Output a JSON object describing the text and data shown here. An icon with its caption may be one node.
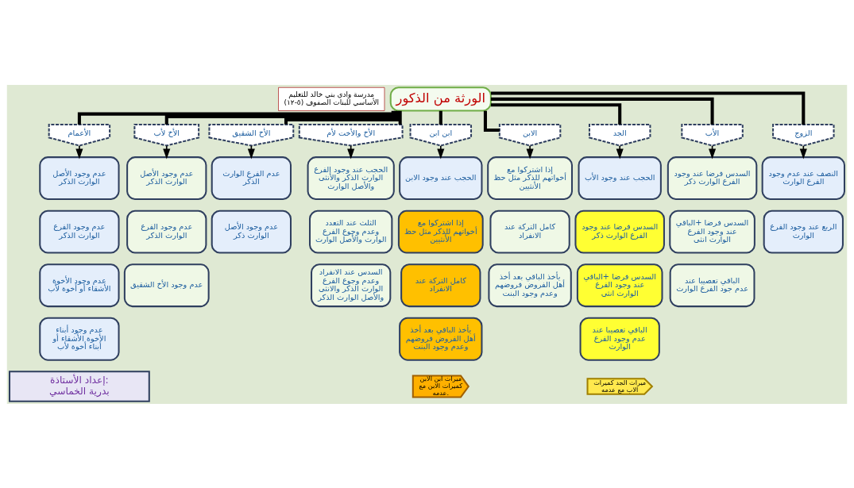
{
  "diagram": {
    "nodes": [
      {
        "text": [
          "مدرسة وادي بني خالد للتعليم الأساسي للبنات الصفوف (٥-١٢)"
        ]
      },
      {
        "text": [
          "الورثة من الذكور"
        ]
      },
      {
        "text": [
          "الزوج"
        ]
      },
      {
        "text": [
          "الأب"
        ]
      },
      {
        "text": [
          "الجد"
        ]
      },
      {
        "text": [
          "الابن"
        ]
      },
      {
        "text": [
          "ابن ابن"
        ]
      },
      {
        "text": [
          "الأخ والأخت لأم"
        ]
      },
      {
        "text": [
          "الأخ الشقيق"
        ]
      },
      {
        "text": [
          "الأخ لأب"
        ]
      },
      {
        "text": [
          "الأعمام"
        ]
      },
      {
        "text": [
          "النصف عند عدم وجود الفرع الوارث"
        ]
      },
      {
        "text": [
          "الربع عند وجود الفرع الوارث"
        ]
      },
      {
        "text": [
          "السدس فرضا عند وجود الفرع الوارث ذكر"
        ]
      },
      {
        "text": [
          "السدس فرضا +الباقي عند وجود الفرع الوارث انثى"
        ]
      },
      {
        "text": [
          "الباقي تعصيبا عند عدم جود الفرع الوارث"
        ]
      },
      {
        "text": [
          "الحجب عند وجود الأب"
        ]
      },
      {
        "text": [
          "السدس فرضا عند وجود الفرع الوارث ذكر"
        ]
      },
      {
        "text": [
          "السدس فرضا +الباقي عند وجود الفرع الوارث انثى"
        ]
      },
      {
        "text": [
          "الباقي تعصيبا عند عدم وجود الفرع الوارث"
        ]
      },
      {
        "text": [
          "ميراث الجد كميراث الاب مع عدمه"
        ]
      },
      {
        "text": [
          "إذا اشتركوا مع أخواتهم للذكر مثل حظ الأنثيين"
        ]
      },
      {
        "text": [
          "كامل التركة عند الانفراد"
        ]
      },
      {
        "text": [
          "يأخذ الباقي بعد أخذ أهل الفروض فروضهم وعدم وجود البنت"
        ]
      },
      {
        "text": [
          "الحجب عند وجود الابن"
        ]
      },
      {
        "text": [
          "إذا اشتركوا مع أخواتهم للذكر مثل حظ الأنثيين"
        ]
      },
      {
        "text": [
          "كامل التركة عند الانفراد"
        ]
      },
      {
        "text": [
          "يأخذ الباقي بعد أخذ أهل الفروض فروضهم وعدم وجود البنت"
        ]
      },
      {
        "text": [
          "ميراث ابن الابن كميراث الابن مع عدمه."
        ]
      },
      {
        "text": [
          "الحجب عند وجود الفرع الوارث الذكر والأنثى والأصل الوارث"
        ]
      },
      {
        "text": [
          "الثلث عند التعدد وعدم وجوع الفرع الوارث والأصل الوارث"
        ]
      },
      {
        "text": [
          "السدس عند الانفراد وعدم وجوع الفرع الوارث الذكر والانثى والأصل الوارث الذكر"
        ]
      },
      {
        "text": [
          "عدم الفرع الوارث الذكر"
        ]
      },
      {
        "text": [
          "عدم وجود الأصل الوارث ذكر"
        ]
      },
      {
        "text": [
          "عدم وجود الأصل الوارث الذكر"
        ]
      },
      {
        "text": [
          "عدم وجود الفرع الوارث الذكر"
        ]
      },
      {
        "text": [
          "عدم وجود الأخ الشقيق"
        ]
      },
      {
        "text": [
          "عدم وجود الأصل الوارث الذكر"
        ]
      },
      {
        "text": [
          "عدم وجود الفرع الوارث الذكر"
        ]
      },
      {
        "text": [
          "عدم وجود الأخوة الأشقاء أو أخوة لأب"
        ]
      },
      {
        "text": [
          "عدم وجود أبناء الأخوة الأشقاء أو أبناء أخوة لأب"
        ]
      },
      {
        "text": [
          "إعداد الأستاذة: بدرية الخماسي"
        ]
      }
    ],
    "edges": [
      {
        "from": 1,
        "to": 2,
        "arrow": "none",
        "style": "thick"
      },
      {
        "from": 1,
        "to": 3,
        "arrow": "none",
        "style": "thick"
      },
      {
        "from": 1,
        "to": 4,
        "arrow": "none",
        "style": "thick"
      },
      {
        "from": 1,
        "to": 5,
        "arrow": "none",
        "style": "thick"
      },
      {
        "from": 1,
        "to": 6,
        "arrow": "none",
        "style": "thick"
      },
      {
        "from": 1,
        "to": 7,
        "arrow": "none",
        "style": "thick"
      },
      {
        "from": 1,
        "to": 8,
        "arrow": "none",
        "style": "thick"
      },
      {
        "from": 1,
        "to": 9,
        "arrow": "none",
        "style": "thick"
      },
      {
        "from": 1,
        "to": 10,
        "arrow": "none",
        "style": "thick"
      },
      {
        "from": 2,
        "to": 11,
        "arrow": "to"
      },
      {
        "from": 3,
        "to": 13,
        "arrow": "to"
      },
      {
        "from": 4,
        "to": 16,
        "arrow": "to"
      },
      {
        "from": 5,
        "to": 21,
        "arrow": "to"
      },
      {
        "from": 6,
        "to": 24,
        "arrow": "to"
      },
      {
        "from": 7,
        "to": 29,
        "arrow": "to"
      },
      {
        "from": 8,
        "to": 32,
        "arrow": "to"
      },
      {
        "from": 9,
        "to": 34,
        "arrow": "to"
      },
      {
        "from": 10,
        "to": 37,
        "arrow": "to"
      }
    ]
  }
}
